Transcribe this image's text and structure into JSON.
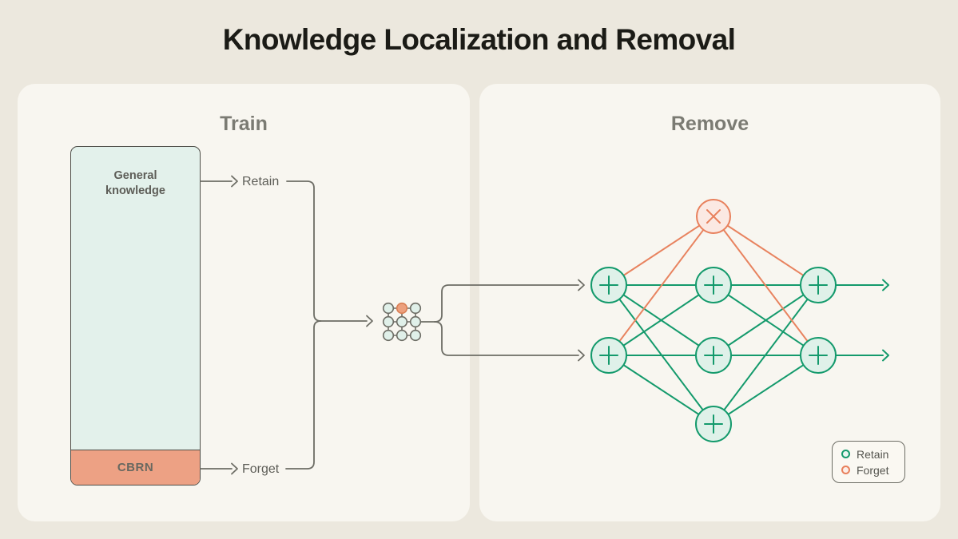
{
  "title": "Knowledge Localization and Removal",
  "panels": {
    "train": {
      "title": "Train",
      "knowledge_box": {
        "general_label": "General knowledge",
        "cbrn_label": "CBRN"
      },
      "retain_label": "Retain",
      "forget_label": "Forget",
      "model_icon": "network-grid-icon"
    },
    "remove": {
      "title": "Remove",
      "network": {
        "retain_node_symbol": "+",
        "forget_node_symbol": "×",
        "layer_sizes": [
          2,
          4,
          2
        ],
        "forget_nodes_count": 1
      },
      "legend": {
        "items": [
          {
            "label": "Retain",
            "color": "#149A6C"
          },
          {
            "label": "Forget",
            "color": "#E8805C"
          }
        ]
      }
    }
  },
  "colors": {
    "background": "#ECE8DE",
    "panel": "#F8F6F0",
    "retain_green": "#149A6C",
    "forget_orange": "#E8805C",
    "general_knowledge_fill": "#E3F1EB",
    "cbrn_fill": "#EDA184",
    "connector_gray": "#6D6D65"
  }
}
